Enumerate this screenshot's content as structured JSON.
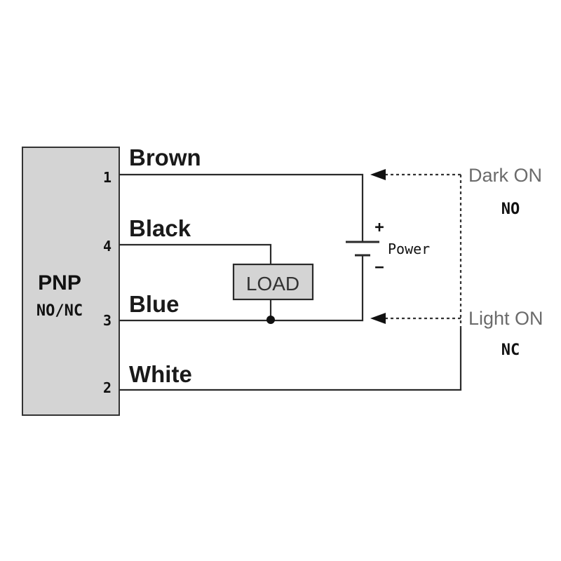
{
  "sensor": {
    "type": "PNP",
    "mode": "NO/NC",
    "fill": "#d4d4d4"
  },
  "pins": [
    {
      "number": "1",
      "wire": "Brown"
    },
    {
      "number": "4",
      "wire": "Black"
    },
    {
      "number": "3",
      "wire": "Blue"
    },
    {
      "number": "2",
      "wire": "White"
    }
  ],
  "load": {
    "label": "LOAD",
    "fill": "#d4d4d4"
  },
  "power": {
    "label": "Power",
    "plus": "+",
    "minus": "−"
  },
  "outputs": [
    {
      "state": "Dark ON",
      "mode": "NO"
    },
    {
      "state": "Light ON",
      "mode": "NC"
    }
  ]
}
